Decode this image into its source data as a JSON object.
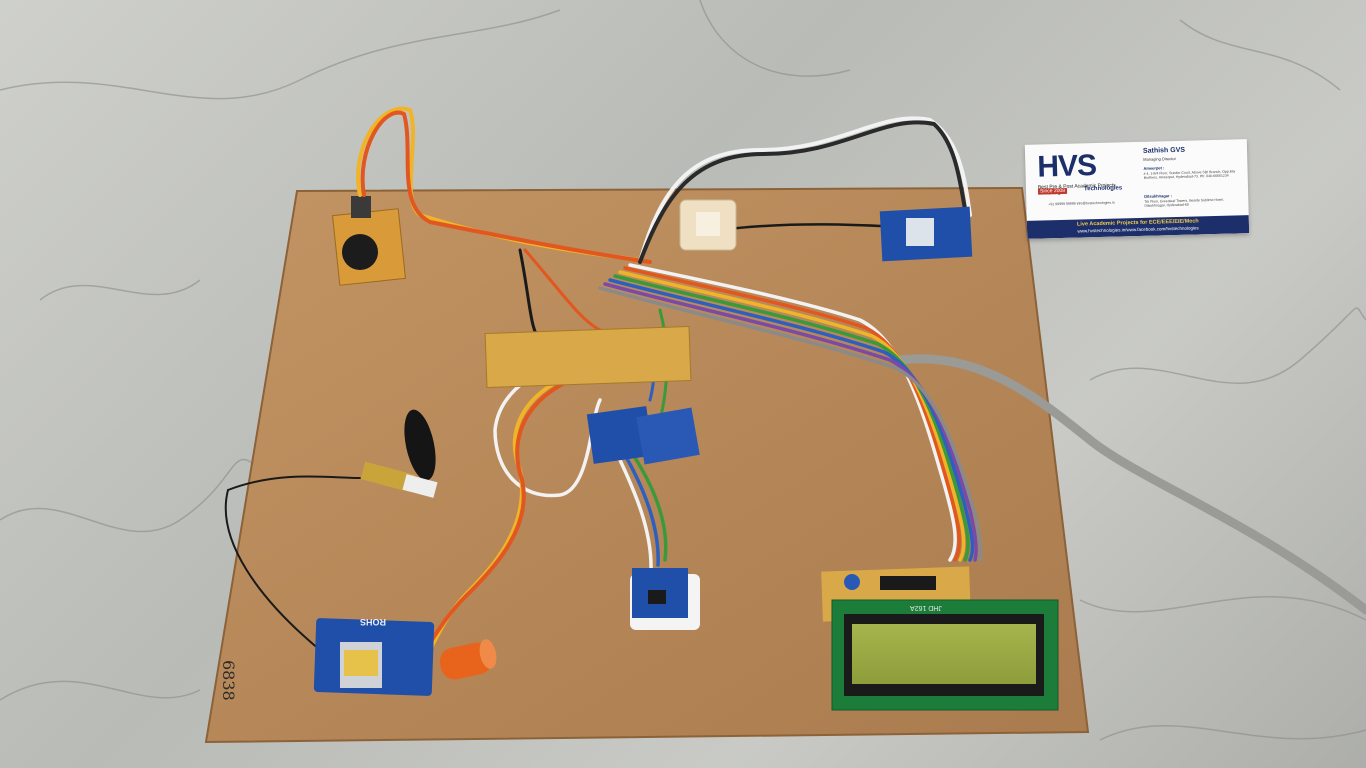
{
  "scene": {
    "description_objects": [
      "marble-floor",
      "mdf-board",
      "buzzer-module",
      "gps-antenna",
      "gps-module",
      "gsm-antenna",
      "sim-module",
      "capacitor",
      "arduino-nano",
      "gyro-module",
      "lcd-16x2",
      "ribbon-cable",
      "usb-cable",
      "business-card"
    ]
  },
  "business_card": {
    "logo": "HVS",
    "tagline": "Best Pre & Post Academic Projects & Training",
    "since": "Since 2008",
    "technologies": "Technologies",
    "name": "Sathish GVS",
    "role": "Managing Director",
    "city1": "Ameerpet :",
    "address1": "# 4, 1-8/4 Floor, Sunder Court, Above SBI Branch, Opp.Mix Brothers, Ameerpet, Hyderabad-73. Ph: 040-66661234",
    "city2": "Dilsukhnagar :",
    "address2": "7th Floor, Greenleaf Towers, Beside Sublime Hotel, Dilsukhnagar, Hyderabad-60",
    "contact": "+91 99999 99999 info@hvstechnologies.in",
    "band_line1": "Live Academic Projects for ECE/EEE/EIE/Mech",
    "band_line2": "www.hvstechnologies.in/www.facebook.com/hvstechnologies"
  },
  "labels": {
    "sim_module": "ROHS",
    "lcd_board": "JHD 162A",
    "lcd_readout": "",
    "hand_note": "6838"
  },
  "colors": {
    "board": "#b98a5c",
    "pcb_blue": "#1f4fa8",
    "lcd_green": "#9fae48",
    "perfboard": "#d9a848",
    "capacitor": "#e8641c"
  }
}
